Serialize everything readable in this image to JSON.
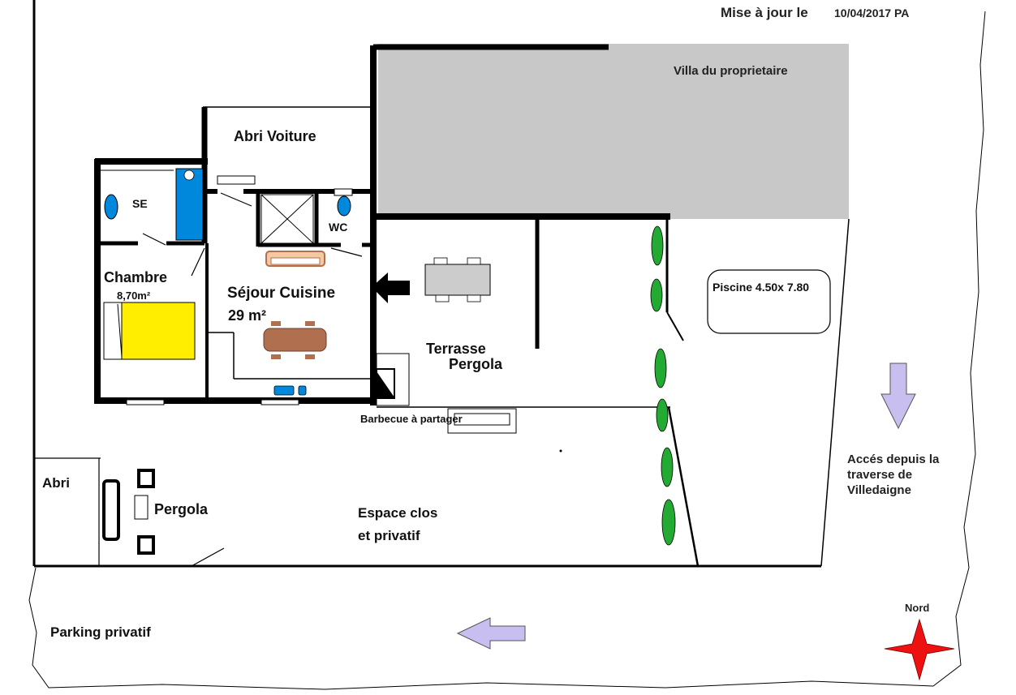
{
  "header": {
    "updated_label": "Mise à jour le",
    "updated_date": "10/04/2017  PA"
  },
  "rooms": {
    "villa": "Villa du proprietaire",
    "carport": "Abri Voiture",
    "bathroom": "SE",
    "wc": "WC",
    "bedroom": "Chambre",
    "bedroom_area": "8,70m²",
    "living": "Séjour Cuisine",
    "living_area": "29 m²",
    "terrace": "Terrasse",
    "terrace_pergola": "Pergola",
    "pool": "Piscine 4.50x 7.80",
    "bbq": "Barbecue à partager",
    "shelter": "Abri",
    "garden_pergola": "Pergola",
    "enclosed_1": "Espace clos",
    "enclosed_2": "et privatif",
    "access_1": "Accés depuis la",
    "access_2": "traverse de",
    "access_3": "Villedaigne",
    "parking": "Parking privatif",
    "north": "Nord"
  },
  "colors": {
    "villa_fill": "#c8c8c8",
    "shower_blue": "#0088dd",
    "bed_yellow": "#ffee00",
    "table_brown": "#b07050",
    "tree_green": "#22aa33",
    "arrow_lavender": "#c8bff0",
    "north_red": "#ee1111"
  },
  "icons": [
    "entrance-arrow-icon",
    "access-arrow-icon",
    "parking-arrow-icon",
    "north-star-icon"
  ]
}
